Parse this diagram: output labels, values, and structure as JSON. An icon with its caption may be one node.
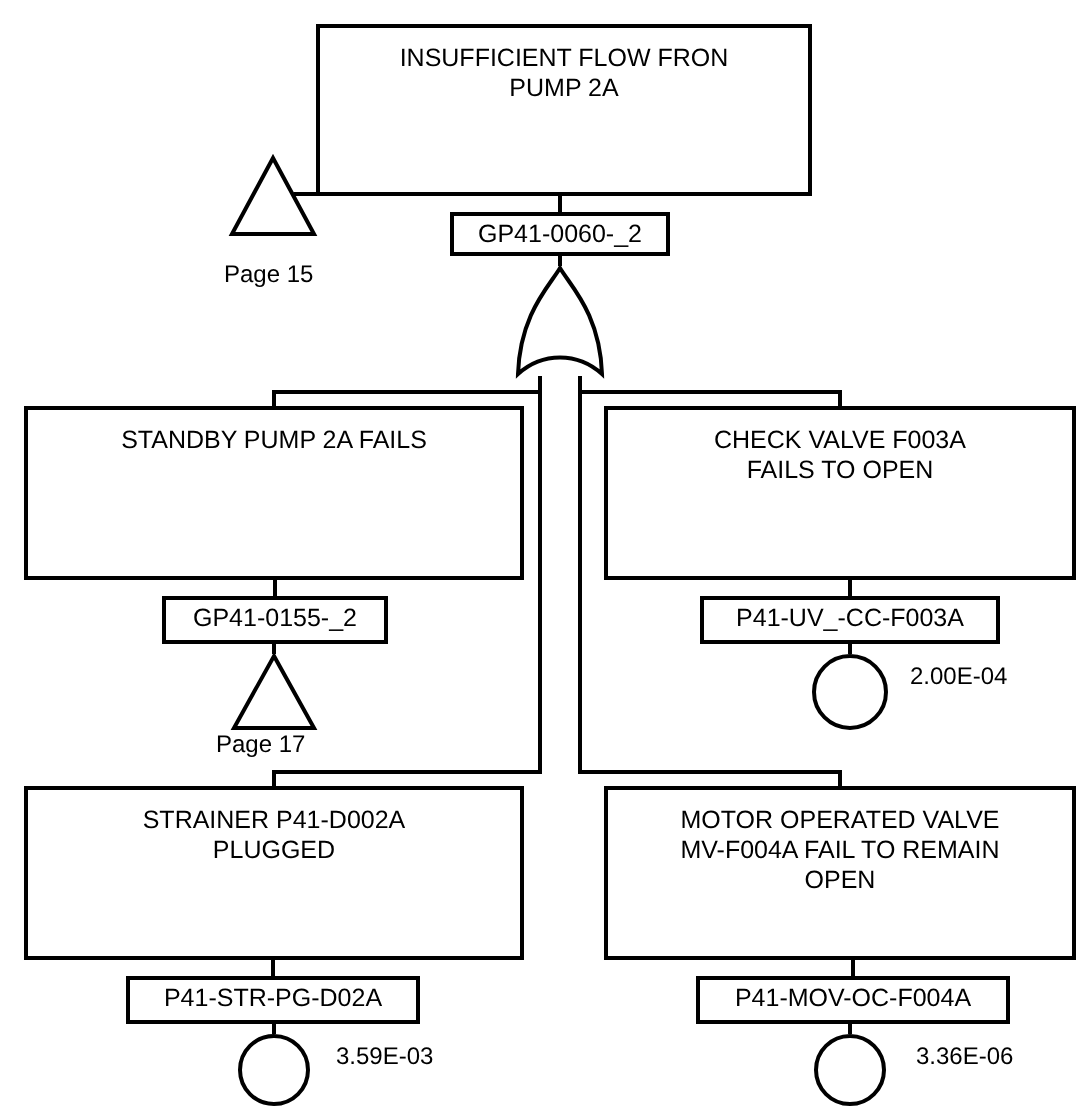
{
  "diagram": {
    "nodes": [
      {
        "text": [
          "INSUFFICIENT FLOW FRON PUMP 2A"
        ]
      },
      {
        "text": [],
        "shape": "triangle",
        "beside": [
          "Page 15"
        ]
      },
      {
        "text": [
          "GP41-0060-_2"
        ]
      },
      {
        "text": [],
        "shape": "gate"
      },
      {
        "text": [
          "STANDBY PUMP 2A FAILS"
        ]
      },
      {
        "text": [
          "GP41-0155-_2"
        ]
      },
      {
        "text": [],
        "shape": "triangle",
        "beside": [
          "Page 17"
        ]
      },
      {
        "text": [
          "CHECK VALVE F003A FAILS TO OPEN"
        ]
      },
      {
        "text": [
          "P41-UV_-CC-F003A"
        ]
      },
      {
        "text": [],
        "shape": "circle",
        "beside": [
          "2.00E-04"
        ]
      },
      {
        "text": [
          "STRAINER P41-D002A PLUGGED"
        ]
      },
      {
        "text": [
          "P41-STR-PG-D02A"
        ]
      },
      {
        "text": [],
        "shape": "circle",
        "beside": [
          "3.59E-03"
        ]
      },
      {
        "text": [
          "MOTOR OPERATED VALVE MV-F004A FAIL TO REMAIN OPEN"
        ]
      },
      {
        "text": [
          "P41-MOV-OC-F004A"
        ]
      },
      {
        "text": [],
        "shape": "circle",
        "beside": [
          "3.36E-06"
        ]
      }
    ],
    "edges": [
      {
        "from": 0,
        "to": 1,
        "arrow": "none"
      },
      {
        "from": 0,
        "to": 2,
        "arrow": "none"
      },
      {
        "from": 2,
        "to": 3,
        "arrow": "none"
      },
      {
        "from": 3,
        "to": 4,
        "arrow": "none"
      },
      {
        "from": 3,
        "to": 7,
        "arrow": "none"
      },
      {
        "from": 3,
        "to": 10,
        "arrow": "none"
      },
      {
        "from": 3,
        "to": 13,
        "arrow": "none"
      },
      {
        "from": 4,
        "to": 5,
        "arrow": "none"
      },
      {
        "from": 5,
        "to": 6,
        "arrow": "none"
      },
      {
        "from": 7,
        "to": 8,
        "arrow": "none"
      },
      {
        "from": 8,
        "to": 9,
        "arrow": "none"
      },
      {
        "from": 10,
        "to": 11,
        "arrow": "none"
      },
      {
        "from": 11,
        "to": 12,
        "arrow": "none"
      },
      {
        "from": 13,
        "to": 14,
        "arrow": "none"
      },
      {
        "from": 14,
        "to": 15,
        "arrow": "none"
      }
    ]
  }
}
